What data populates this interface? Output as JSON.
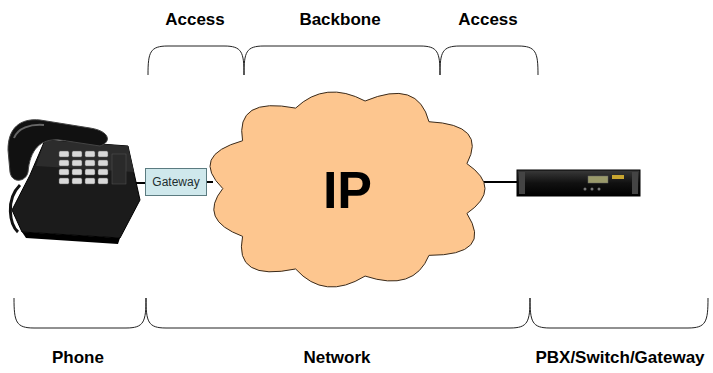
{
  "diagram": {
    "nodes": [
      {
        "text": [
          "Gateway"
        ]
      },
      {
        "text": [
          "IP"
        ]
      }
    ],
    "edges": [
      {
        "from": 0,
        "to": 1,
        "arrow": "none"
      }
    ],
    "labels": [
      "Access",
      "Backbone",
      "Access",
      "Phone",
      "Network",
      "PBX/Switch/Gateway"
    ]
  }
}
